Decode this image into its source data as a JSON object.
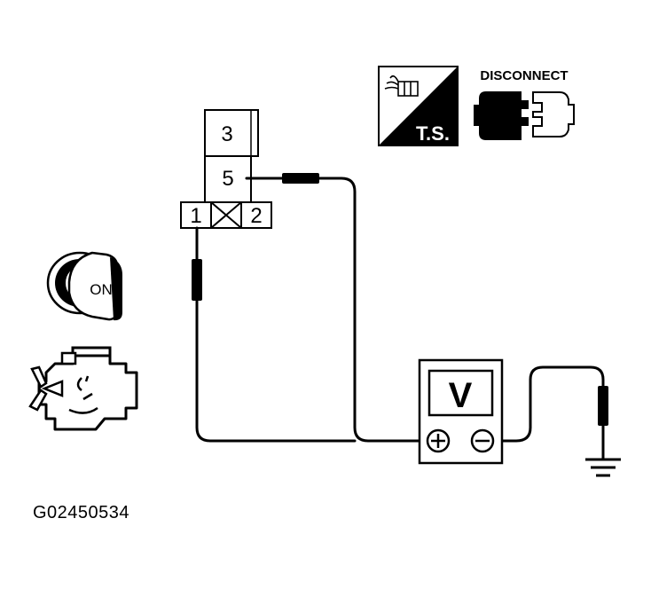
{
  "figure_id": "G02450534",
  "disconnect_label": "DISCONNECT",
  "ts_label": "T.S.",
  "ignition_label": "ON",
  "meter_label": "V",
  "meter_plus": "+",
  "meter_minus": "−",
  "connector": {
    "terminal_3": "3",
    "terminal_5": "5",
    "terminal_1": "1",
    "terminal_2": "2"
  },
  "icons": {
    "ts": "connector-ts-icon",
    "disconnect": "disconnect-connector-icon",
    "ignition": "ignition-key-on-icon",
    "engine": "engine-icon",
    "meter": "voltmeter-icon",
    "ground": "ground-icon"
  }
}
